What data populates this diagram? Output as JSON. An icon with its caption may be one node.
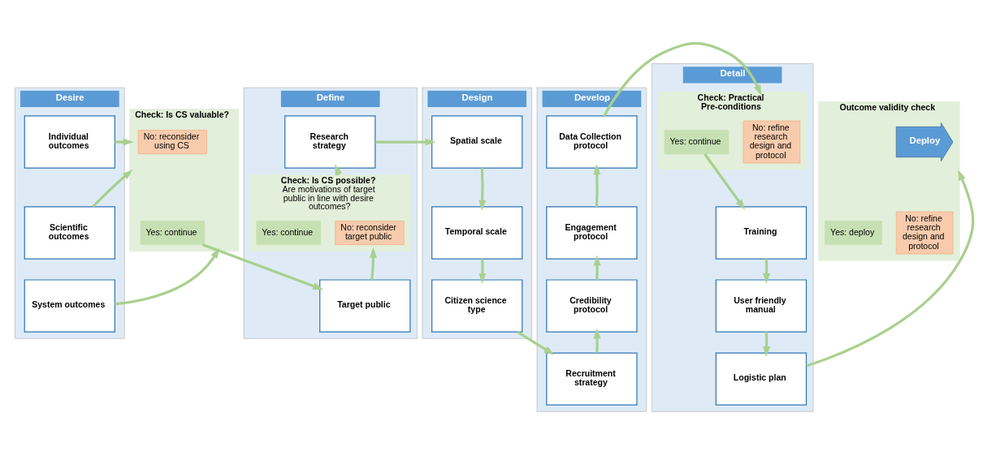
{
  "diagram": {
    "nodes": [
      {
        "text": [
          "Desire"
        ]
      },
      {
        "text": [
          "Individual outcomes"
        ],
        "in": 0
      },
      {
        "text": [
          "Scientific outcomes"
        ],
        "in": 0
      },
      {
        "text": [
          "System outcomes"
        ],
        "in": 0
      },
      {
        "text": [
          "Check: Is CS valuable?"
        ]
      },
      {
        "text": [
          "No: reconsider using CS"
        ],
        "in": 4
      },
      {
        "text": [
          "Yes: continue"
        ],
        "in": 4
      },
      {
        "text": [
          "Define"
        ]
      },
      {
        "text": [
          "Research strategy"
        ],
        "in": 7
      },
      {
        "text": [
          "Check: Is CS possible?",
          "Are motivations of target public in line with desire outcomes?"
        ],
        "in": 7
      },
      {
        "text": [
          "No: reconsider target public"
        ],
        "in": 9
      },
      {
        "text": [
          "Yes: continue"
        ],
        "in": 9
      },
      {
        "text": [
          "Target public"
        ],
        "in": 7
      },
      {
        "text": [
          "Design"
        ]
      },
      {
        "text": [
          "Spatial scale"
        ],
        "in": 13
      },
      {
        "text": [
          "Temporal scale"
        ],
        "in": 13
      },
      {
        "text": [
          "Citizen science type"
        ],
        "in": 13
      },
      {
        "text": [
          "Develop"
        ]
      },
      {
        "text": [
          "Data Collection protocol"
        ],
        "in": 17
      },
      {
        "text": [
          "Engagement protocol"
        ],
        "in": 17
      },
      {
        "text": [
          "Credibility protocol"
        ],
        "in": 17
      },
      {
        "text": [
          "Recruitment strategy"
        ],
        "in": 17
      },
      {
        "text": [
          "Detail"
        ]
      },
      {
        "text": [
          "Check: Practical Pre-conditions"
        ],
        "in": 22
      },
      {
        "text": [
          "No: refine research design and protocol"
        ],
        "in": 23
      },
      {
        "text": [
          "Yes: continue"
        ],
        "in": 23
      },
      {
        "text": [
          "Training"
        ],
        "in": 22
      },
      {
        "text": [
          "User friendly manual"
        ],
        "in": 22
      },
      {
        "text": [
          "Logistic plan"
        ],
        "in": 22
      },
      {
        "text": [
          "Outcome validity check"
        ]
      },
      {
        "text": [
          "Deploy"
        ],
        "in": 29
      },
      {
        "text": [
          "No: refine research design and protocol"
        ],
        "in": 29
      },
      {
        "text": [
          "Yes: deploy"
        ],
        "in": 29
      }
    ],
    "edges": [
      {
        "from": 1,
        "to": 4,
        "arrow": "to"
      },
      {
        "from": 2,
        "to": 4,
        "arrow": "to"
      },
      {
        "from": 3,
        "to": 4,
        "arrow": "to"
      },
      {
        "from": 6,
        "to": 12,
        "arrow": "to"
      },
      {
        "from": 12,
        "to": 9,
        "arrow": "to"
      },
      {
        "from": 9,
        "to": 8,
        "arrow": "to"
      },
      {
        "from": 8,
        "to": 14,
        "arrow": "to"
      },
      {
        "from": 14,
        "to": 15,
        "arrow": "to"
      },
      {
        "from": 15,
        "to": 16,
        "arrow": "to"
      },
      {
        "from": 16,
        "to": 21,
        "arrow": "to"
      },
      {
        "from": 21,
        "to": 20,
        "arrow": "to"
      },
      {
        "from": 20,
        "to": 19,
        "arrow": "to"
      },
      {
        "from": 19,
        "to": 18,
        "arrow": "to"
      },
      {
        "from": 18,
        "to": 23,
        "arrow": "to"
      },
      {
        "from": 25,
        "to": 26,
        "arrow": "to"
      },
      {
        "from": 26,
        "to": 27,
        "arrow": "to"
      },
      {
        "from": 27,
        "to": 28,
        "arrow": "to"
      },
      {
        "from": 28,
        "to": 29,
        "arrow": "to"
      }
    ]
  }
}
